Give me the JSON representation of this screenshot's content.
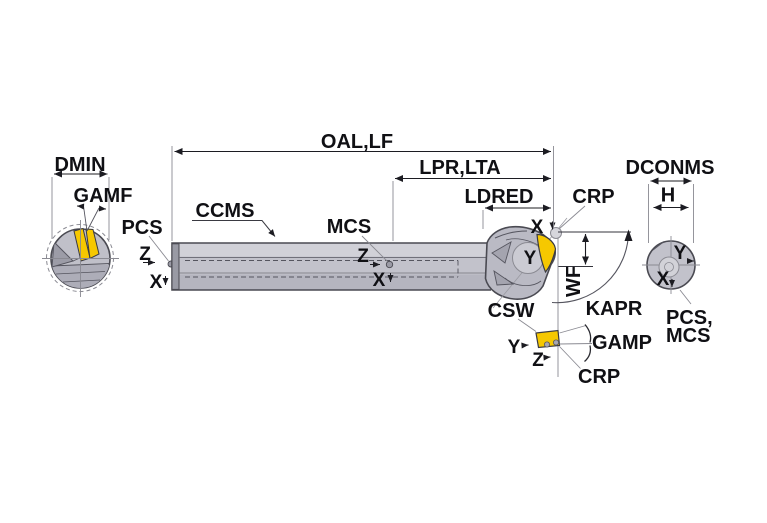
{
  "labels": {
    "dmin": "DMIN",
    "gamf": "GAMF",
    "pcs_left": "PCS",
    "ccms": "CCMS",
    "oal_lf": "OAL,LF",
    "lpr_lta": "LPR,LTA",
    "ldred": "LDRED",
    "crp_top": "CRP",
    "mcs": "MCS",
    "dconms": "DCONMS",
    "h": "H",
    "wf": "WF",
    "kapr": "KAPR",
    "csw": "CSW",
    "gamp": "GAMP",
    "crp_bottom": "CRP",
    "pcs_mcs_line1": "PCS,",
    "pcs_mcs_line2": "MCS"
  },
  "axes": {
    "shank_end": {
      "z": "Z",
      "x": "X"
    },
    "machine_cs": {
      "z": "Z",
      "x": "X"
    },
    "head": {
      "x": "X",
      "y": "Y"
    },
    "insert_side": {
      "y": "Y",
      "z": "Z"
    },
    "shank_section": {
      "y": "Y",
      "x": "X"
    }
  },
  "colors": {
    "insert_yellow": "#f6c800",
    "body_gray": "#c2c2cb",
    "dark_outline": "#4a4a52",
    "background": "#ffffff"
  }
}
